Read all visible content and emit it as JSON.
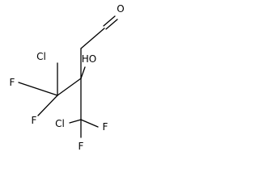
{
  "molecule": {
    "atoms": {
      "oxygen_aldehyde": "O",
      "chlorine_left": "Cl",
      "fluorine_left_top": "F",
      "fluorine_left_bottom": "F",
      "hydroxyl": "HO",
      "chlorine_bottom": "Cl",
      "fluorine_bottom_right": "F",
      "fluorine_bottom": "F"
    }
  }
}
